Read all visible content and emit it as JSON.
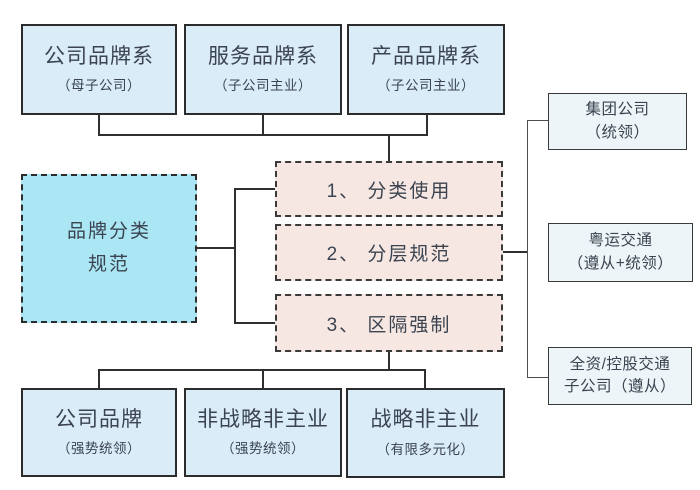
{
  "diagram": {
    "title_semantic": "brand-classification-governance-flowchart",
    "top_row": [
      {
        "title": "公司品牌系",
        "subtitle": "（母子公司）"
      },
      {
        "title": "服务品牌系",
        "subtitle": "（子公司主业）"
      },
      {
        "title": "产品品牌系",
        "subtitle": "（子公司主业）"
      }
    ],
    "left_box": {
      "line1": "品牌分类",
      "line2": "规范"
    },
    "rules": [
      {
        "label": "1、 分类使用"
      },
      {
        "label": "2、 分层规范"
      },
      {
        "label": "3、 区隔强制"
      }
    ],
    "right_column": [
      {
        "line1": "集团公司",
        "line2": "（统领）"
      },
      {
        "line1": "粤运交通",
        "line2": "（遵从+统领）"
      },
      {
        "line1": "全资/控股交通",
        "line2": "子公司（遵从）"
      }
    ],
    "bottom_row": [
      {
        "title": "公司品牌",
        "subtitle": "（强势统领）"
      },
      {
        "title": "非战略非主业",
        "subtitle": "（强势统领）"
      },
      {
        "title": "战略非主业",
        "subtitle": "（有限多元化）"
      }
    ],
    "colors": {
      "blue_fill": "#d9ecf8",
      "cyan_fill": "#aae6f3",
      "pink_fill": "#f7e7e2",
      "light_fill": "#eef5f8",
      "line_color": "#2f2f2f",
      "text_color": "#3b4450"
    }
  }
}
